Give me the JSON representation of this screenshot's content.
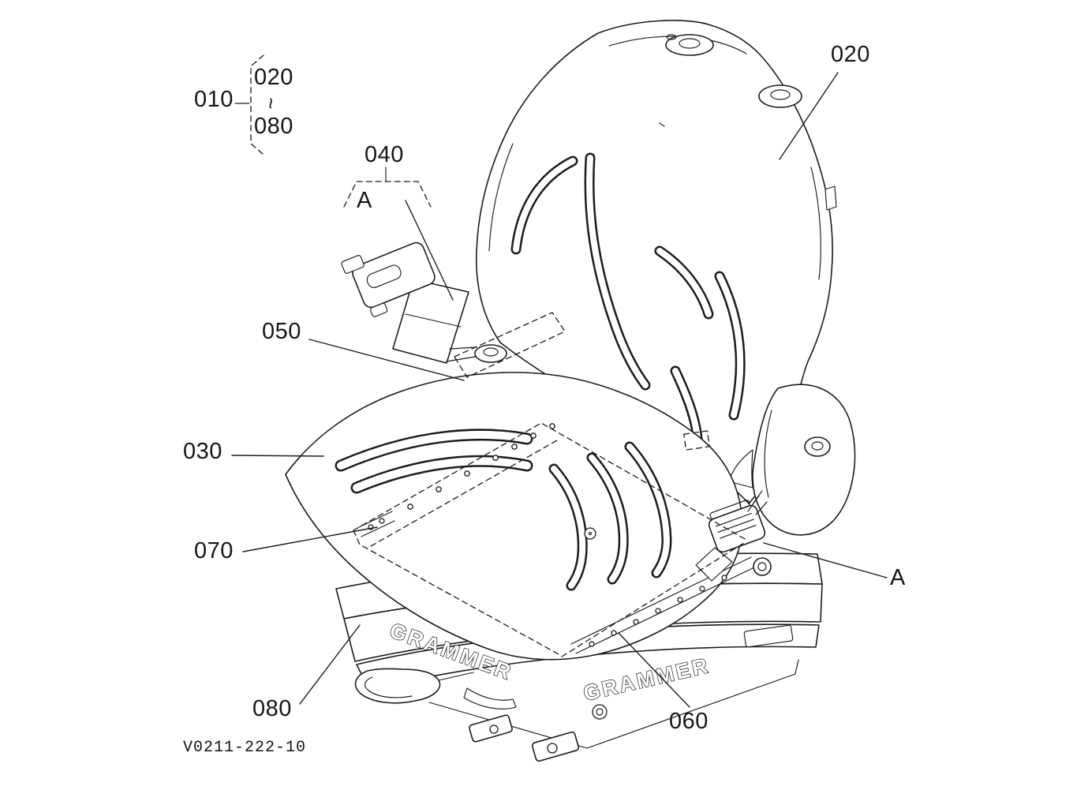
{
  "figure": {
    "drawing_number": "V0211-222-10"
  },
  "brand": {
    "left": "GRAMMER",
    "right": "GRAMMER"
  },
  "callouts": {
    "group": "010",
    "group_start": "020",
    "group_tilde": "~",
    "group_end": "080",
    "backrest": "020",
    "cushion": "030",
    "belt_stalk": "040",
    "detail_a_top": "A",
    "front_rail": "050",
    "slide_rail": "060",
    "rail_bracket": "070",
    "suspension": "080",
    "detail_a_side": "A"
  },
  "colors": {
    "line": "#1c1c1c",
    "background": "#ffffff"
  }
}
